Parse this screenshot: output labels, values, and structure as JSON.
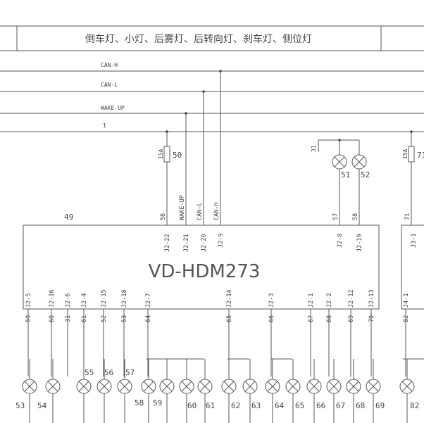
{
  "header": {
    "title": "倒车灯、小灯、后雾灯、后转向灯、刹车灯、侧位灯"
  },
  "buses": [
    {
      "label": "CAN-H"
    },
    {
      "label": "CAN-L"
    },
    {
      "label": "WAKE-UP"
    },
    {
      "label": "1"
    }
  ],
  "module": {
    "name": "VD-HDM273",
    "number": "49"
  },
  "module2": {
    "number": "71"
  },
  "fuses": [
    {
      "rating": "15A",
      "number": "50"
    },
    {
      "rating": "15A",
      "number": "71"
    }
  ],
  "ground_ref": "31",
  "top_lamps": [
    "51",
    "52"
  ],
  "top_wires": [
    {
      "wire": "56",
      "pin": "J2-22"
    },
    {
      "wire": "WAKE-UP",
      "pin": "J2-21"
    },
    {
      "wire": "CAN-L",
      "pin": "J2-20"
    },
    {
      "wire": "CAN-H",
      "pin": "J2-9"
    },
    {
      "wire": "57",
      "pin": "J2-8"
    },
    {
      "wire": "58",
      "pin": "J2-19"
    }
  ],
  "module2_top_pin": "J3-1",
  "bottom_pins": [
    {
      "pin": "J2-5",
      "wire": "59"
    },
    {
      "pin": "J2-16",
      "wire": "60"
    },
    {
      "pin": "J2-6",
      "wire": "31"
    },
    {
      "pin": "J2-4",
      "wire": "61"
    },
    {
      "pin": "J2-15",
      "wire": "52"
    },
    {
      "pin": "J2-18",
      "wire": "53"
    },
    {
      "pin": "J2-7",
      "wire": "64"
    },
    {
      "pin": "J2-14",
      "wire": "65"
    },
    {
      "pin": "J2-3",
      "wire": "66"
    },
    {
      "pin": "J2-1",
      "wire": "67"
    },
    {
      "pin": "J2-2",
      "wire": "68"
    },
    {
      "pin": "J2-12",
      "wire": "69"
    },
    {
      "pin": "J2-13",
      "wire": "70"
    },
    {
      "pin": "J4-1",
      "wire": "82"
    }
  ],
  "bottom_lamps": [
    "53",
    "54",
    "55",
    "56",
    "57",
    "58",
    "59",
    "60",
    "61",
    "62",
    "63",
    "64",
    "65",
    "66",
    "67",
    "68",
    "69",
    "82"
  ]
}
